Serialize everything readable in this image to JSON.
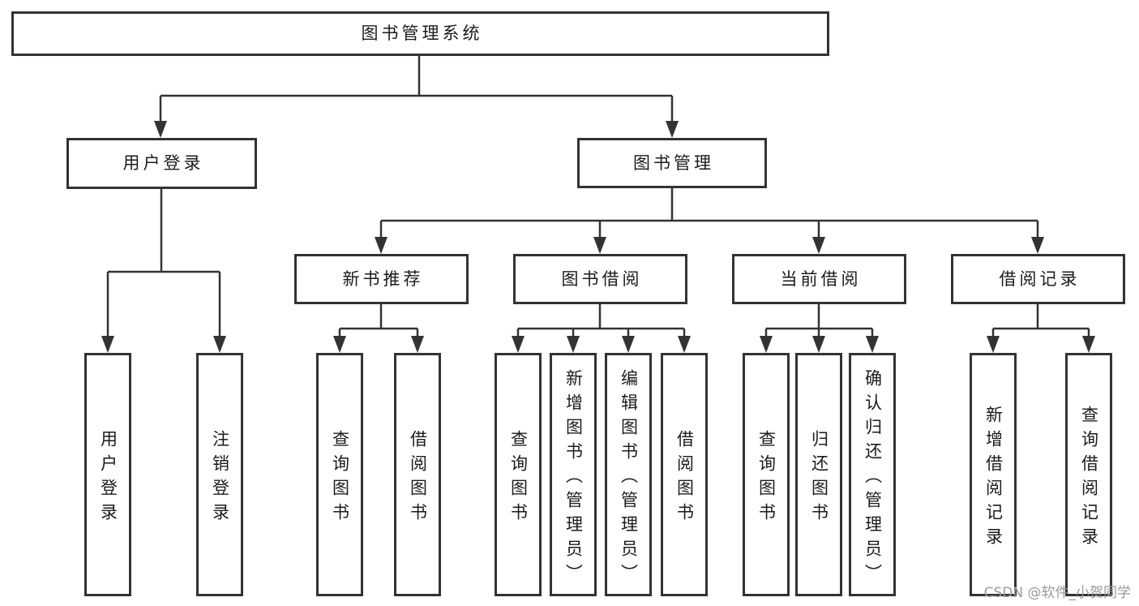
{
  "nodes": {
    "root": "图书管理系统",
    "user_login": "用户登录",
    "book_mgmt": "图书管理",
    "new_book_rec": "新书推荐",
    "book_borrow": "图书借阅",
    "current_borrow": "当前借阅",
    "borrow_records": "借阅记录",
    "leaves": {
      "user_login_leaf": "用户登录",
      "logout_leaf": "注销登录",
      "rec_query": "查询图书",
      "rec_borrow": "借阅图书",
      "bb_query": "查询图书",
      "bb_add": "新增图书（管理员）",
      "bb_edit": "编辑图书（管理员）",
      "bb_borrow": "借阅图书",
      "cb_query": "查询图书",
      "cb_return": "归还图书",
      "cb_confirm": "确认归还（管理员）",
      "br_add": "新增借阅记录",
      "br_query": "查询借阅记录"
    }
  },
  "colors": {
    "line": "#333333",
    "border": "#333333",
    "text": "#1b1b1b",
    "watermark": "#9a9a9a",
    "background": "#ffffff"
  },
  "watermark": "CSDN @软件_小贺同学"
}
